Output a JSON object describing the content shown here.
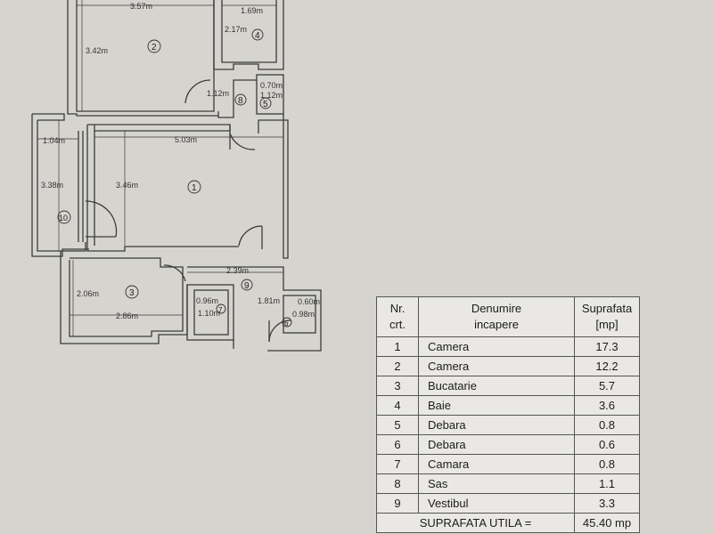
{
  "plan": {
    "dimensions": {
      "d1": "3.57m",
      "d2": "1.69m",
      "d3": "3.42m",
      "d4": "2.17m",
      "d5": "0.70m",
      "d6": "1.12m",
      "d7": "1.12m",
      "d8": "1.04m",
      "d9": "5.03m",
      "d10": "3.38m",
      "d11": "3.46m",
      "d12": "2.39m",
      "d13": "2.06m",
      "d14": "2.86m",
      "d15": "0.96m",
      "d16": "1.10m",
      "d17": "1.81m",
      "d18": "0.60m",
      "d19": "0.98m"
    },
    "room_numbers": {
      "r1": "1",
      "r2": "2",
      "r3": "3",
      "r4": "4",
      "r5": "5",
      "r6": "6",
      "r7": "7",
      "r8": "8",
      "r9": "9",
      "r10": "10"
    }
  },
  "table": {
    "header": {
      "nr_line1": "Nr.",
      "nr_line2": "crt.",
      "name_line1": "Denumire",
      "name_line2": "incapere",
      "area_line1": "Suprafata",
      "area_line2": "[mp]"
    },
    "rows": [
      {
        "nr": "1",
        "name": "Camera",
        "area": "17.3"
      },
      {
        "nr": "2",
        "name": "Camera",
        "area": "12.2"
      },
      {
        "nr": "3",
        "name": "Bucatarie",
        "area": "5.7"
      },
      {
        "nr": "4",
        "name": "Baie",
        "area": "3.6"
      },
      {
        "nr": "5",
        "name": "Debara",
        "area": "0.8"
      },
      {
        "nr": "6",
        "name": "Debara",
        "area": "0.6"
      },
      {
        "nr": "7",
        "name": "Camara",
        "area": "0.8"
      },
      {
        "nr": "8",
        "name": "Sas",
        "area": "1.1"
      },
      {
        "nr": "9",
        "name": "Vestibul",
        "area": "3.3"
      }
    ],
    "total_label": "SUPRAFATA UTILA =",
    "total_value": "45.40 mp"
  }
}
